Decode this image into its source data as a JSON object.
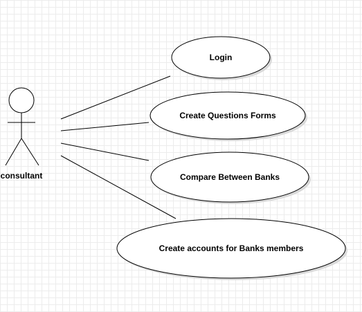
{
  "diagram": {
    "actor": {
      "name": "consultant"
    },
    "use_cases": [
      {
        "label": "Login"
      },
      {
        "label": "Create Questions Forms"
      },
      {
        "label": "Compare Between Banks"
      },
      {
        "label": "Create accounts for Banks members"
      }
    ],
    "colors": {
      "stroke": "#000000",
      "fill": "#ffffff",
      "shadow": "#d9d9d9",
      "grid": "#ececec"
    }
  }
}
